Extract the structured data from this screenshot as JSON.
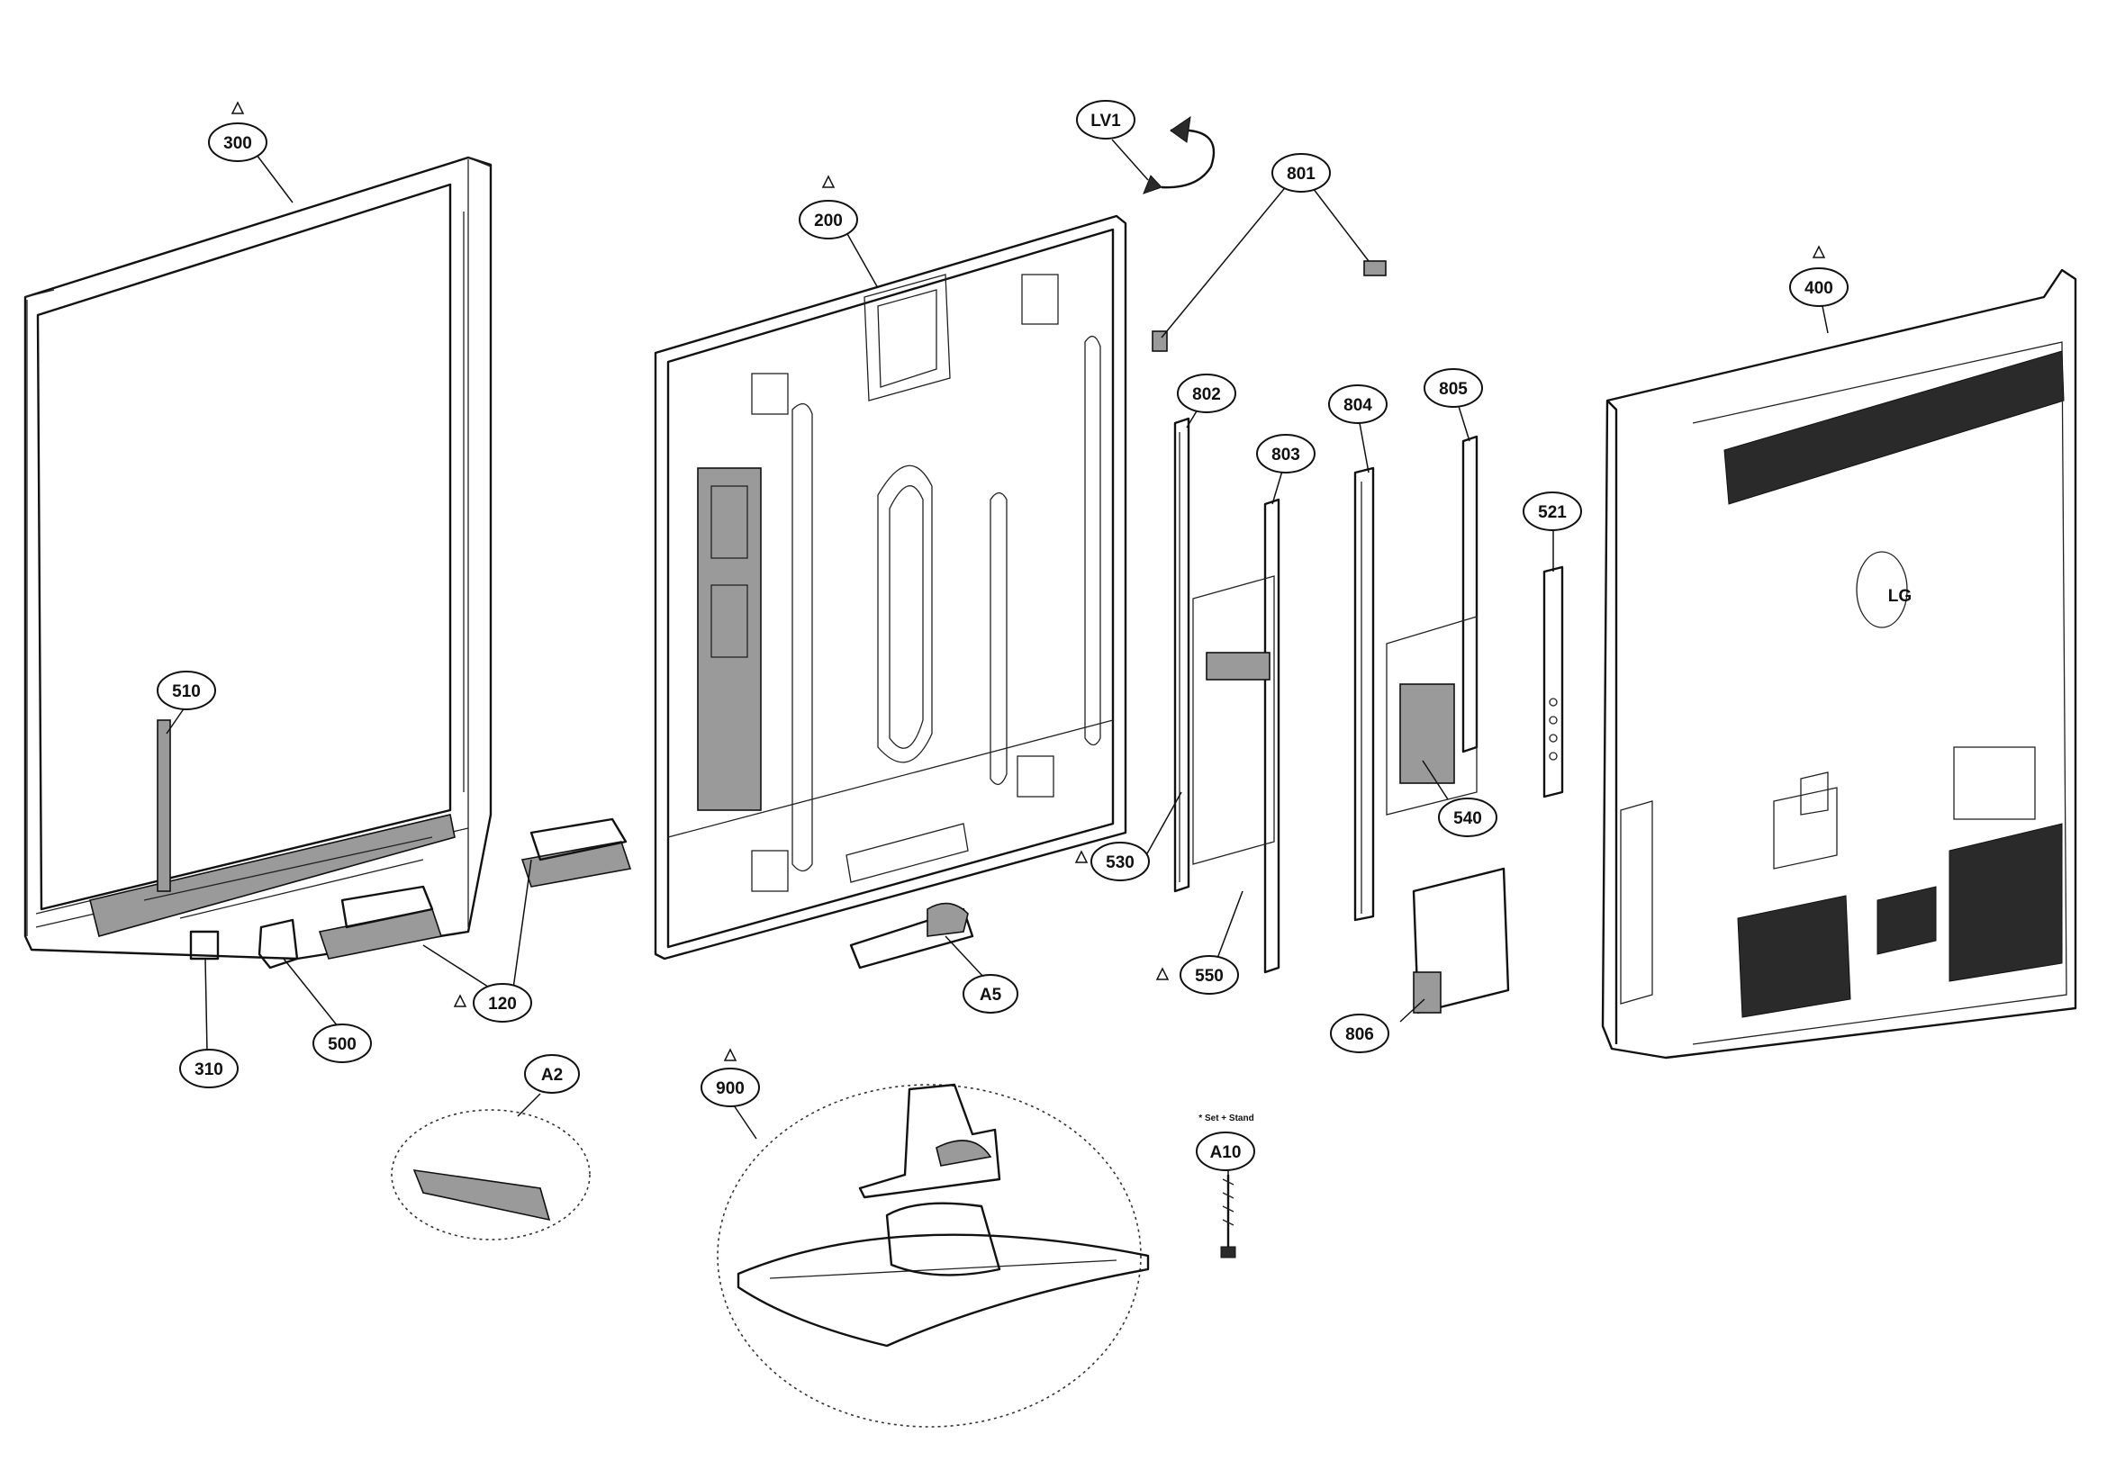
{
  "callouts": [
    {
      "id": "300",
      "text": "300",
      "warn": true
    },
    {
      "id": "200",
      "text": "200",
      "warn": true
    },
    {
      "id": "LV1",
      "text": "LV1",
      "warn": false
    },
    {
      "id": "801",
      "text": "801",
      "warn": false
    },
    {
      "id": "400",
      "text": "400",
      "warn": true
    },
    {
      "id": "802",
      "text": "802",
      "warn": false
    },
    {
      "id": "803",
      "text": "803",
      "warn": false
    },
    {
      "id": "804",
      "text": "804",
      "warn": false
    },
    {
      "id": "805",
      "text": "805",
      "warn": false
    },
    {
      "id": "521",
      "text": "521",
      "warn": false
    },
    {
      "id": "510",
      "text": "510",
      "warn": false
    },
    {
      "id": "530",
      "text": "530",
      "warn": true
    },
    {
      "id": "540",
      "text": "540",
      "warn": false
    },
    {
      "id": "550",
      "text": "550",
      "warn": true
    },
    {
      "id": "120",
      "text": "120",
      "warn": true
    },
    {
      "id": "A5",
      "text": "A5",
      "warn": false
    },
    {
      "id": "310",
      "text": "310",
      "warn": false
    },
    {
      "id": "500",
      "text": "500",
      "warn": false
    },
    {
      "id": "806",
      "text": "806",
      "warn": false
    },
    {
      "id": "A2",
      "text": "A2",
      "warn": false
    },
    {
      "id": "900",
      "text": "900",
      "warn": true
    },
    {
      "id": "A10",
      "text": "A10",
      "warn": false
    }
  ],
  "notes": {
    "set_stand": "* Set + Stand"
  },
  "brand": {
    "logo_text": "LG"
  },
  "icons": {
    "warning": "warning-triangle-icon",
    "rotate": "rotate-arrow-icon"
  }
}
